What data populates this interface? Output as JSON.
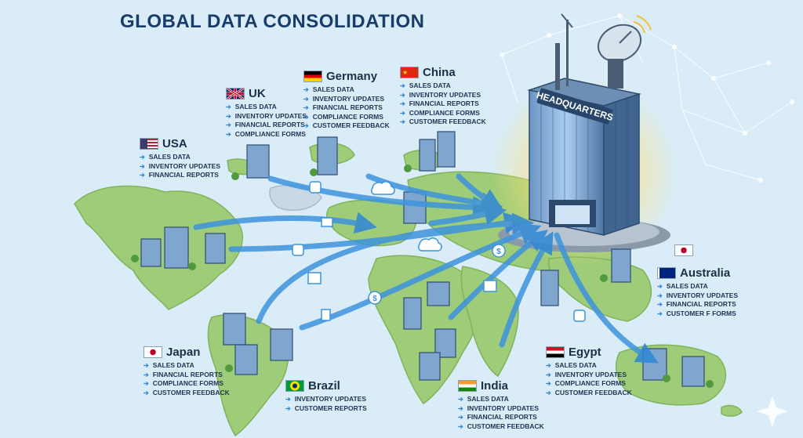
{
  "title": "GLOBAL DATA CONSOLIDATION",
  "hq_label": "HEADQUARTERS",
  "countries": {
    "uk": {
      "name": "UK",
      "items": [
        "SALES DATA",
        "INVENTORY UPDATES",
        "FINANCIAL REPORTS",
        "COMPLIANCE FORMS"
      ]
    },
    "germany": {
      "name": "Germany",
      "items": [
        "SALES DATA",
        "INVENTORY UPDATES",
        "FINANCIAL REPORTS",
        "COMPLIANCE FORMS",
        "CUSTOMER FEEDBACK"
      ]
    },
    "china": {
      "name": "China",
      "items": [
        "SALES DATA",
        "INVENTORY UPDATES",
        "FINANCIAL REPORTS",
        "COMPLIANCE FORMS",
        "CUSTOMER FEEDBACK"
      ]
    },
    "usa": {
      "name": "USA",
      "items": [
        "SALES DATA",
        "INVENTORY UPDATES",
        "FINANCIAL REPORTS"
      ]
    },
    "australia": {
      "name": "Australia",
      "items": [
        "SALES DATA",
        "INVENTORY UPDATES",
        "FINANCIAL REPORTS",
        "CUSTOMER F FORMS"
      ]
    },
    "japan": {
      "name": "Japan",
      "items": [
        "SALES DATA",
        "FINANCIAL REPORTS",
        "COMPLIANCE FORMS",
        "CUSTOMER FEEDBACK"
      ]
    },
    "brazil": {
      "name": "Brazil",
      "items": [
        "INVENTORY UPDATES",
        "CUSTOMER REPORTS"
      ]
    },
    "india": {
      "name": "India",
      "items": [
        "SALES DATA",
        "INVENTORY UPDATES",
        "FINANCIAL REPORTS",
        "CUSTOMER FEEDBACK"
      ]
    },
    "egypt": {
      "name": "Egypt",
      "items": [
        "SALES DATA",
        "INVENTORY UPDATES",
        "COMPLIANCE FORMS",
        "CUSTOMER FEEDBACK"
      ]
    }
  },
  "colors": {
    "ocean": "#d9ecf7",
    "land": "#9fcc78",
    "arrow": "#2f86d6",
    "title": "#183d6b",
    "building": "#5d86b3"
  },
  "icons": [
    "headquarters-building-icon",
    "satellite-dish-icon",
    "cloud-icon",
    "database-icon",
    "dollar-icon",
    "chart-icon",
    "document-icon"
  ]
}
